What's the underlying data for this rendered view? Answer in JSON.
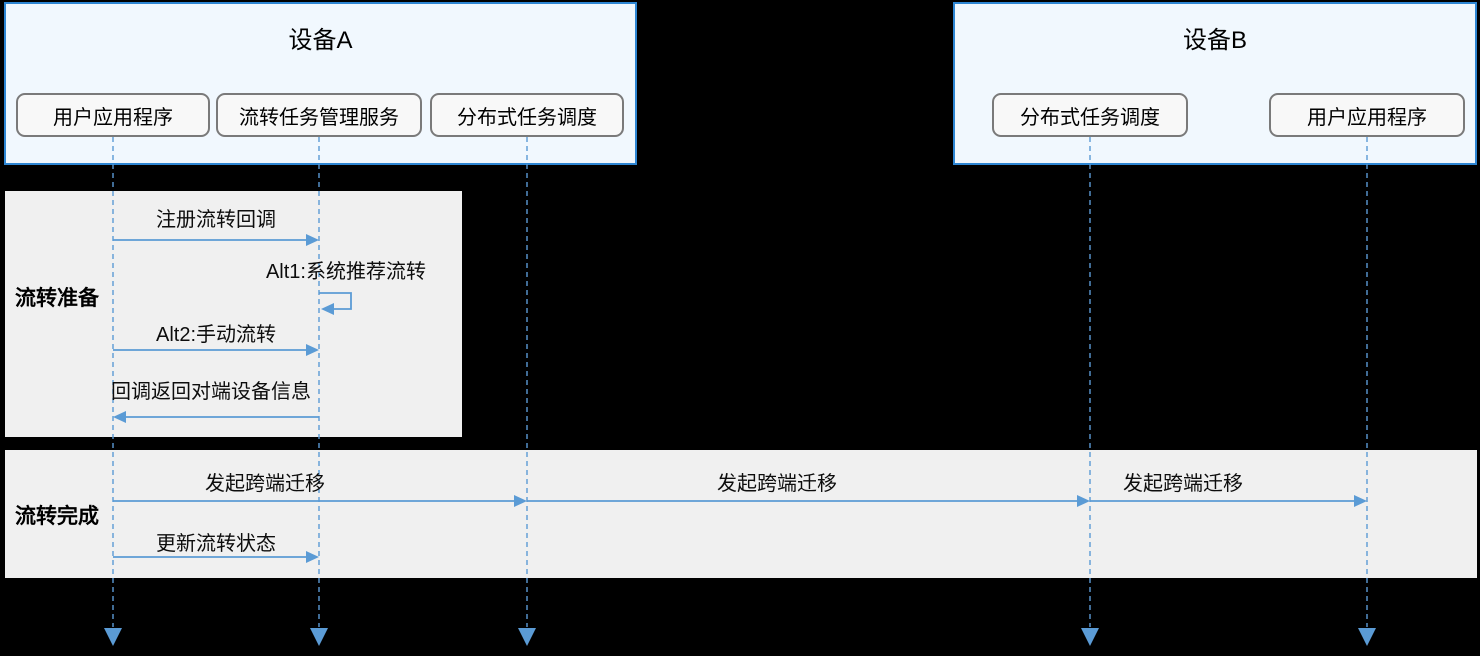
{
  "diagram_type": "sequence-diagram",
  "colors": {
    "background": "#000000",
    "device_frame_fill": "#f1f8fe",
    "device_frame_border": "#2e86d3",
    "participant_fill": "#f8f8f8",
    "participant_border": "#7a7a7a",
    "phase_band_fill": "#f0f0f0",
    "arrow_blue": "#5b9bd5",
    "text": "#000000"
  },
  "devices": [
    {
      "label": "设备A",
      "participants": [
        "用户应用程序",
        "流转任务管理服务",
        "分布式任务调度"
      ]
    },
    {
      "label": "设备B",
      "participants": [
        "分布式任务调度",
        "用户应用程序"
      ]
    }
  ],
  "phases": [
    {
      "label": "流转准备"
    },
    {
      "label": "流转完成"
    }
  ],
  "messages": [
    {
      "label": "注册流转回调",
      "from": "设备A/用户应用程序",
      "to": "设备A/流转任务管理服务",
      "phase": "流转准备",
      "direction": "right"
    },
    {
      "label": "Alt1:系统推荐流转",
      "from": "设备A/流转任务管理服务",
      "to": "设备A/流转任务管理服务",
      "phase": "流转准备",
      "direction": "self"
    },
    {
      "label": "Alt2:手动流转",
      "from": "设备A/用户应用程序",
      "to": "设备A/流转任务管理服务",
      "phase": "流转准备",
      "direction": "right"
    },
    {
      "label": "回调返回对端设备信息",
      "from": "设备A/流转任务管理服务",
      "to": "设备A/用户应用程序",
      "phase": "流转准备",
      "direction": "left"
    },
    {
      "label": "发起跨端迁移",
      "from": "设备A/用户应用程序",
      "to": "设备A/分布式任务调度",
      "phase": "流转完成",
      "direction": "right"
    },
    {
      "label": "发起跨端迁移",
      "from": "设备A/分布式任务调度",
      "to": "设备B/分布式任务调度",
      "phase": "流转完成",
      "direction": "right"
    },
    {
      "label": "发起跨端迁移",
      "from": "设备B/分布式任务调度",
      "to": "设备B/用户应用程序",
      "phase": "流转完成",
      "direction": "right"
    },
    {
      "label": "更新流转状态",
      "from": "设备A/用户应用程序",
      "to": "设备A/流转任务管理服务",
      "phase": "流转完成",
      "direction": "right"
    }
  ]
}
